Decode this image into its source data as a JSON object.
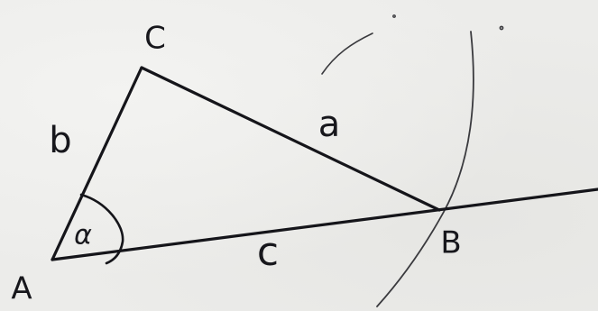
{
  "diagram": {
    "vertices": {
      "A": "A",
      "B": "B",
      "C": "C"
    },
    "sides": {
      "a": "a",
      "b": "b",
      "c": "c"
    },
    "angle": {
      "alpha": "α"
    }
  }
}
